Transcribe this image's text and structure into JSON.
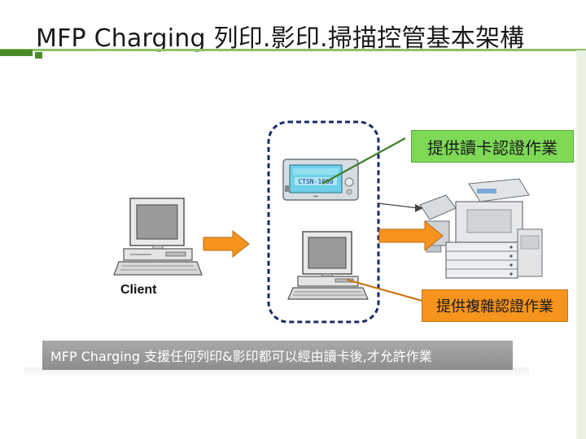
{
  "title": "MFP Charging 列印.影印.掃描控管基本架構",
  "labels": {
    "card_reader": "提供讀卡認證作業",
    "auth": "提供複雜認證作業",
    "client": "Client",
    "banner": "MFP Charging 支援任何列印&影印都可以經由讀卡後,才允許作業"
  },
  "device": {
    "lcd_line1": "CTSN-1000"
  },
  "colors": {
    "green_box": "#7ed957",
    "orange_box": "#f7941d",
    "arrow_orange": "#f7941d",
    "dashed_border": "#1a2a6a",
    "banner_bg": "#999999",
    "title_accent": "#4a8a2a"
  }
}
